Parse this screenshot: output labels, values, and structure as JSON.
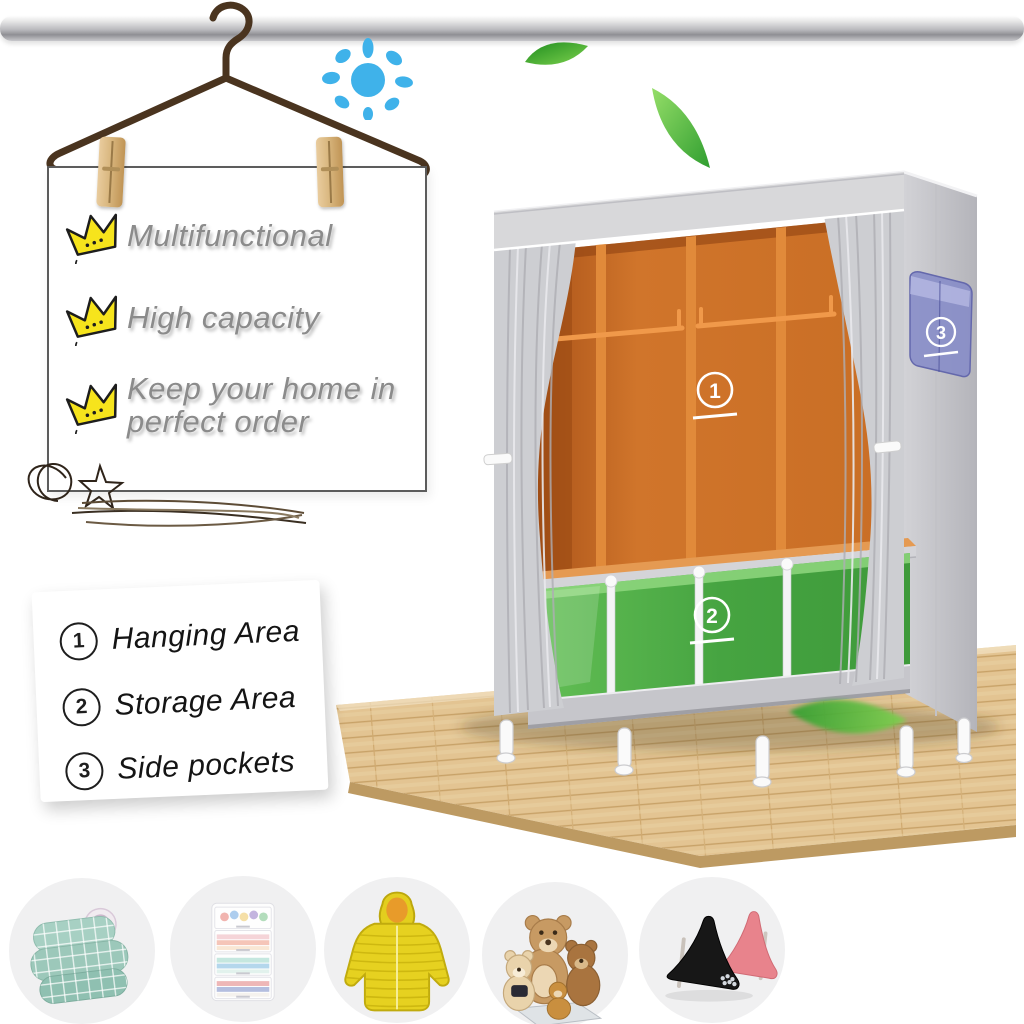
{
  "colors": {
    "hanging_area_orange": "#cf7228",
    "storage_area_green": "#4aa945",
    "side_pocket_purple": "#8489c8",
    "sun_blue": "#3fb2ea",
    "crown_yellow": "#f6e41c",
    "wood_floor": "#e3c492",
    "cover_gray": "#d2d2d6"
  },
  "sign": {
    "features": [
      {
        "icon": "crown-icon",
        "lines": [
          "Multifunctional"
        ]
      },
      {
        "icon": "crown-icon",
        "lines": [
          "High capacity"
        ]
      },
      {
        "icon": "crown-icon",
        "lines": [
          "Keep your home in",
          "perfect order"
        ]
      }
    ]
  },
  "legend": {
    "items": [
      {
        "number": "1",
        "label": "Hanging Area"
      },
      {
        "number": "2",
        "label": "Storage Area"
      },
      {
        "number": "3",
        "label": "Side pockets"
      }
    ]
  },
  "decorations": [
    "clothes-rail",
    "wire-hanger",
    "clothespins",
    "blue-sun",
    "green-leaves",
    "scribble-doodle",
    "star-doodle",
    "wood-floor"
  ],
  "products": [
    "folded-comforter",
    "storage-drawer-unit",
    "down-jacket",
    "teddy-bears",
    "high-heel-shoes"
  ]
}
